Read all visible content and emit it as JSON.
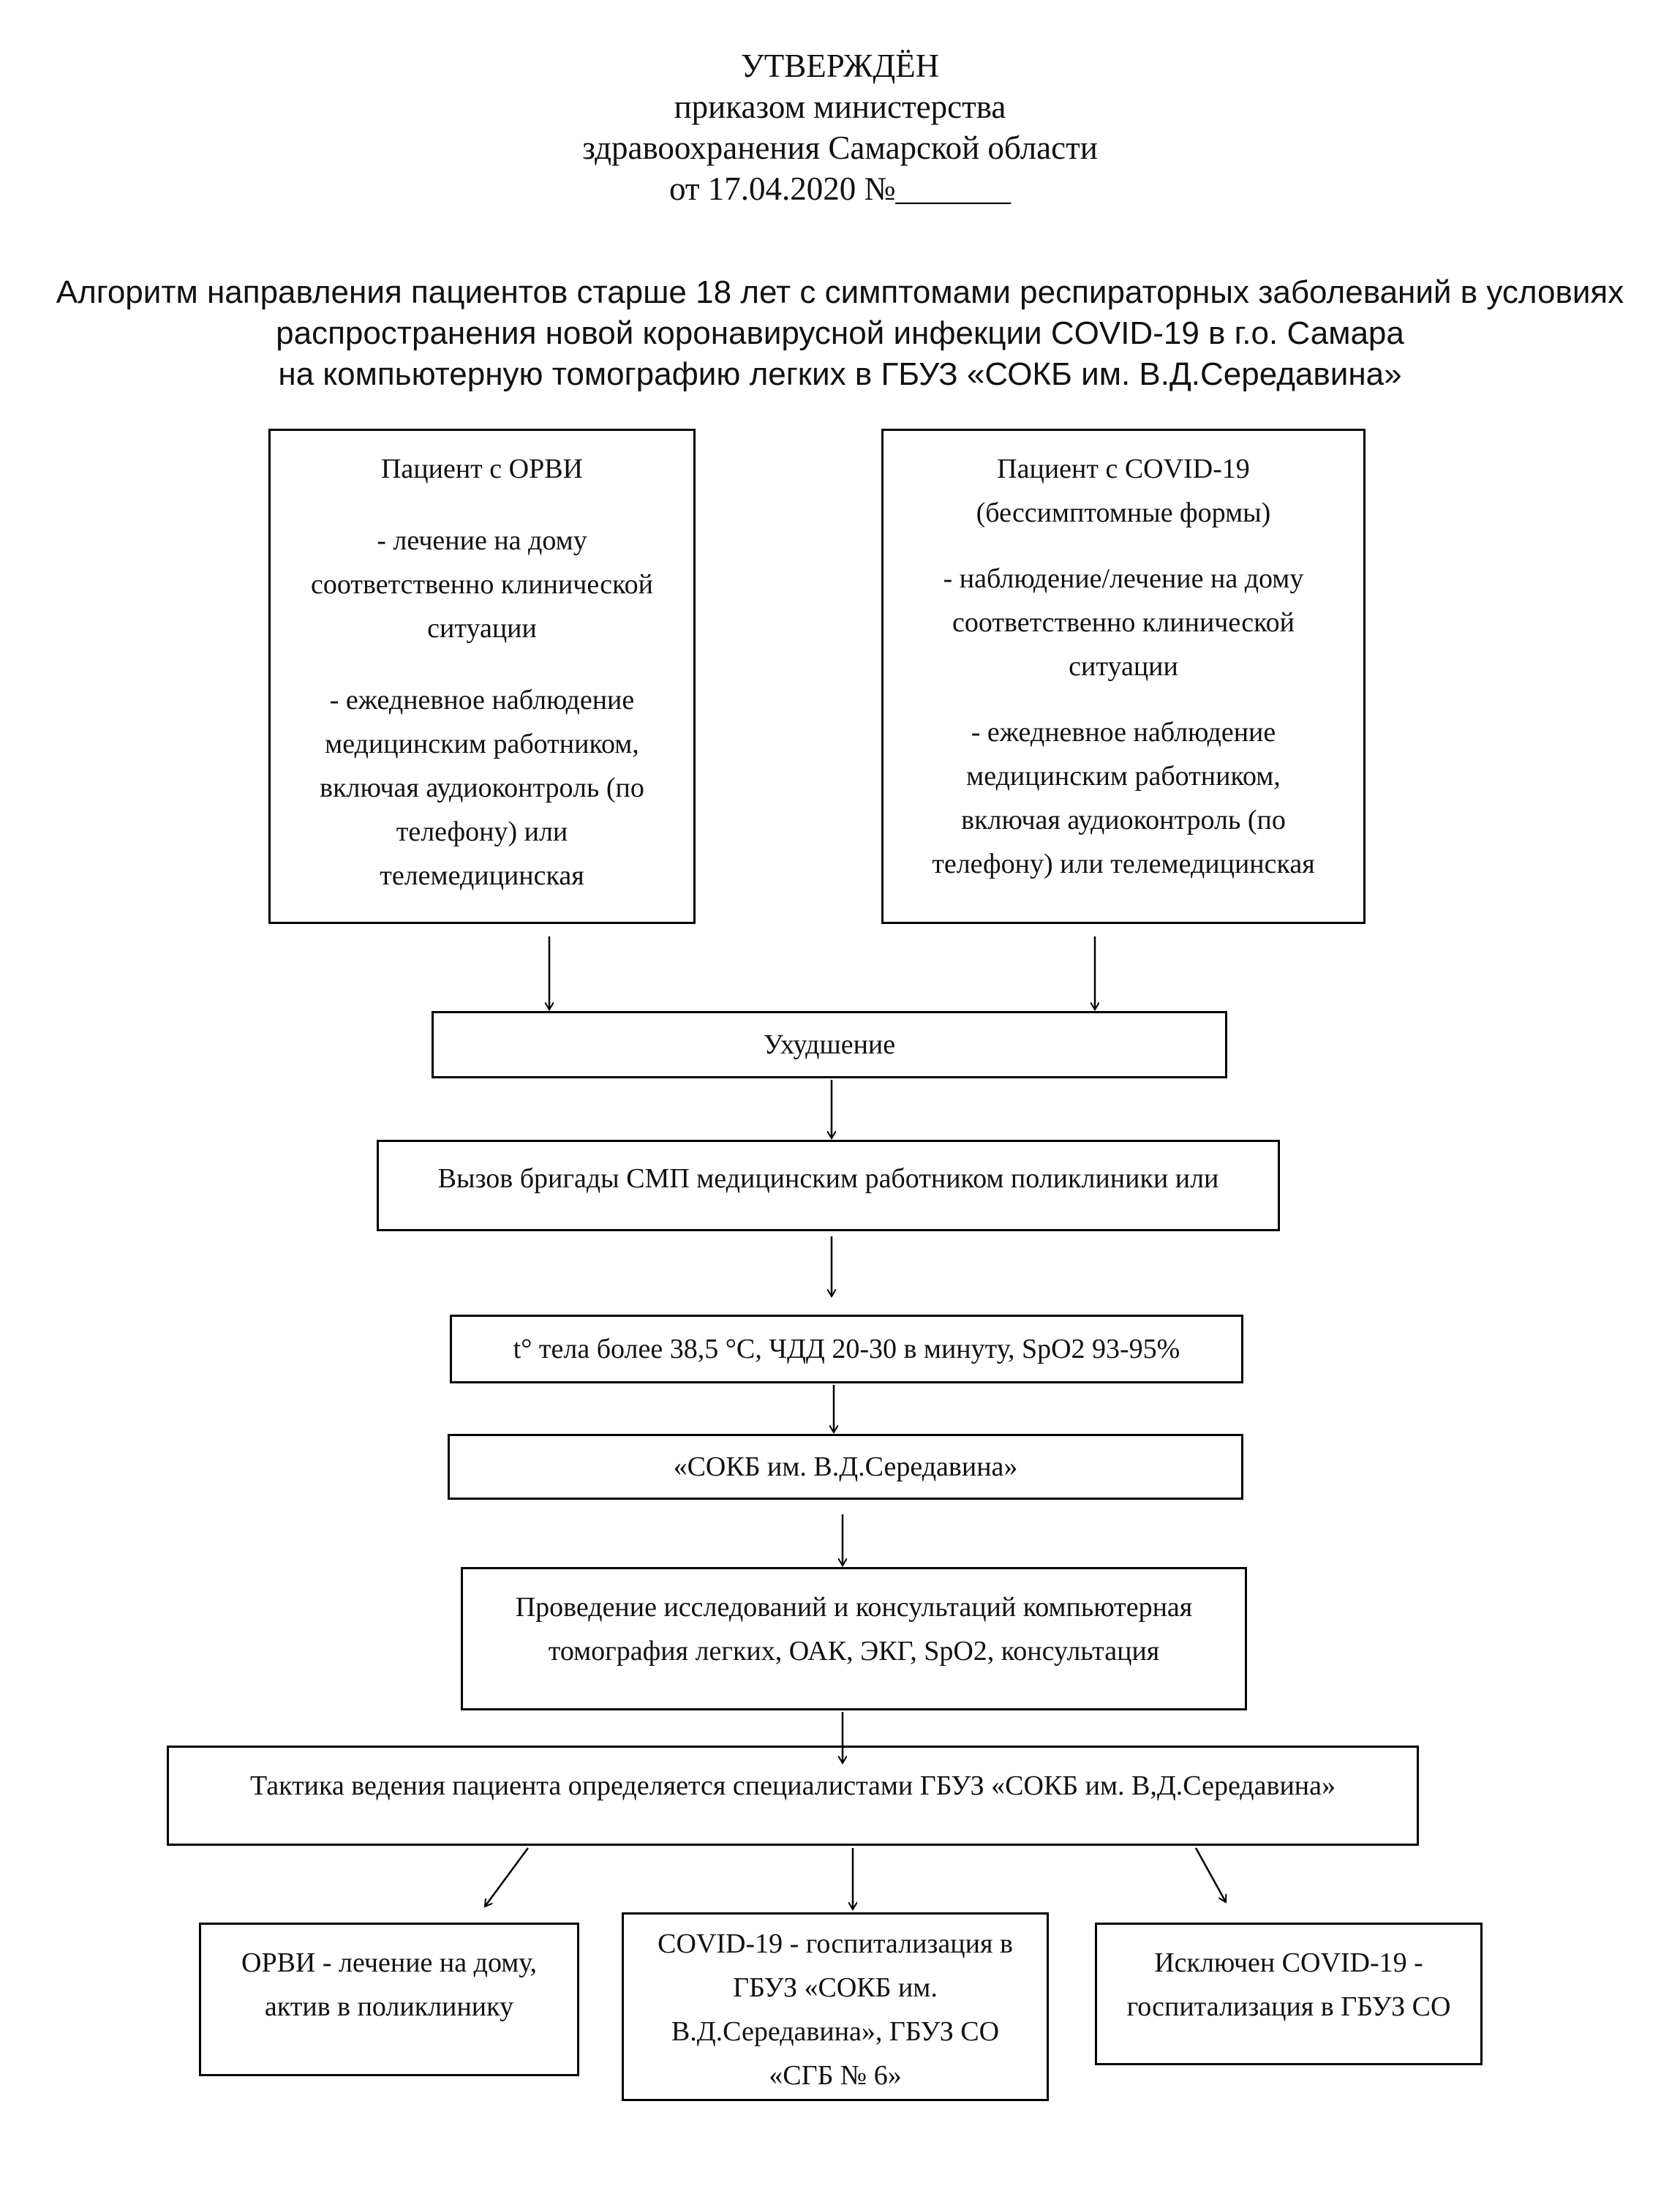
{
  "approval": {
    "line1": "УТВЕРЖДЁН",
    "line2": "приказом министерства",
    "line3": "здравоохранения Самарской области",
    "line4": "от 17.04.2020 №_______"
  },
  "title": {
    "line1": "Алгоритм направления пациентов старше 18 лет с симптомами респираторных заболеваний в условиях",
    "line2": "распространения новой коронавирусной инфекции COVID-19  в г.о. Самара",
    "line3": "на компьютерную томографию легких в ГБУЗ «СОКБ им. В.Д.Середавина»"
  },
  "nodes": {
    "orvi_patient": {
      "heading": "Пациент с ОРВИ",
      "item1": [
        "- лечение на дому",
        "соответственно клинической",
        "ситуации"
      ],
      "item2": [
        "- ежедневное наблюдение",
        "медицинским работником,",
        "включая аудиоконтроль (по",
        "телефону) или",
        "телемедицинская"
      ]
    },
    "covid_patient": {
      "heading": [
        "Пациент с COVID-19",
        "(бессимптомные формы)"
      ],
      "item1": [
        "- наблюдение/лечение на дому",
        "соответственно клинической",
        "ситуации"
      ],
      "item2": [
        "- ежедневное наблюдение",
        "медицинским работником,",
        "включая аудиоконтроль (по",
        "телефону) или телемедицинская"
      ]
    },
    "worsening": "Ухудшение",
    "ambulance_call": "Вызов бригады СМП медицинским работником поликлиники или",
    "criteria": "t° тела более 38,5 °С, ЧДД 20-30 в минуту, SpO2 93-95%",
    "hospital": "«СОКБ им. В.Д.Середавина»",
    "examinations": [
      "Проведение исследований и консультаций компьютерная",
      "томография легких, ОАК, ЭКГ, SpO2, консультация"
    ],
    "tactics": "Тактика ведения пациента определяется специалистами  ГБУЗ «СОКБ им. В,Д.Середавина»",
    "outcome_orvi": [
      "ОРВИ  -  лечение на дому,",
      "актив в поликлинику"
    ],
    "outcome_covid": [
      "COVID-19 - госпитализация в",
      "ГБУЗ «СОКБ им.",
      "В.Д.Середавина», ГБУЗ СО",
      "«СГБ № 6»"
    ],
    "outcome_excluded": [
      "Исключен  COVID-19 -",
      "госпитализация в ГБУЗ СО"
    ]
  },
  "colors": {
    "line": "#000000",
    "text": "#111111",
    "background": "#ffffff"
  }
}
